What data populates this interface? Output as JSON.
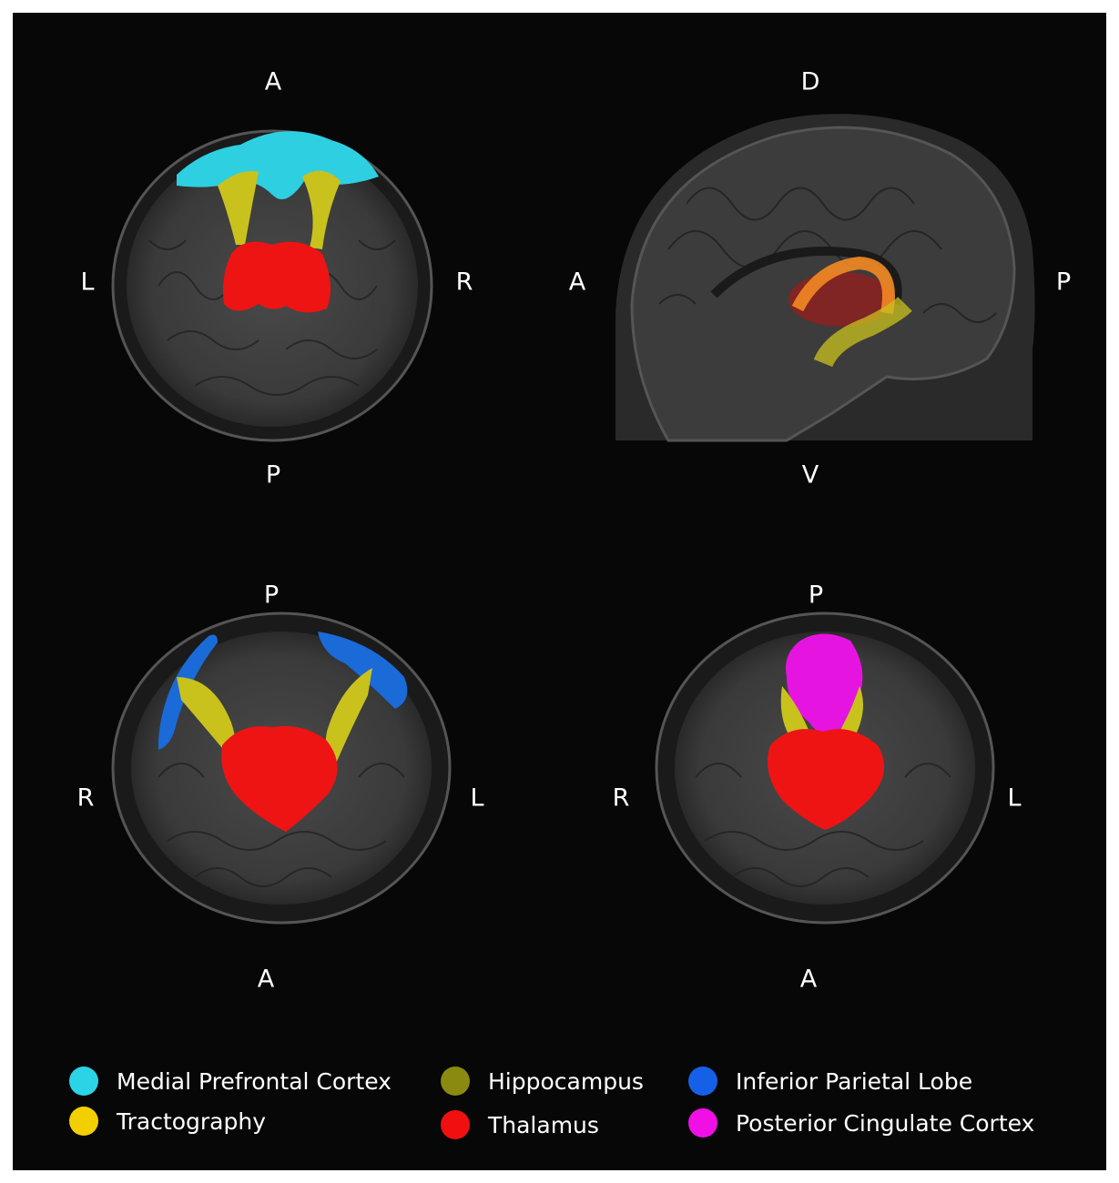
{
  "panels": {
    "top_left": {
      "top": "A",
      "bottom": "P",
      "left": "L",
      "right": "R"
    },
    "top_right": {
      "top": "D",
      "bottom": "V",
      "left": "A",
      "right": "P"
    },
    "bottom_left": {
      "top": "P",
      "bottom": "A",
      "left": "R",
      "right": "L"
    },
    "bottom_right": {
      "top": "P",
      "bottom": "A",
      "left": "R",
      "right": "L"
    }
  },
  "legend": [
    {
      "label": "Medial Prefrontal Cortex",
      "color": "#2ad4e6"
    },
    {
      "label": "Tractography",
      "color": "#f2d000"
    },
    {
      "label": "Hippocampus",
      "color": "#8a8a10"
    },
    {
      "label": "Thalamus",
      "color": "#f01010"
    },
    {
      "label": "Inferior Parietal Lobe",
      "color": "#1560e6"
    },
    {
      "label": "Posterior Cingulate Cortex",
      "color": "#f010e6"
    }
  ],
  "colors": {
    "background": "#070707",
    "brain_tissue": "#3a3a3a",
    "mpfc": "#2ad4e6",
    "tract": "#c8c020",
    "thalamus": "#ee1414",
    "ipl": "#1a6ad8",
    "pcc": "#e614e0"
  }
}
